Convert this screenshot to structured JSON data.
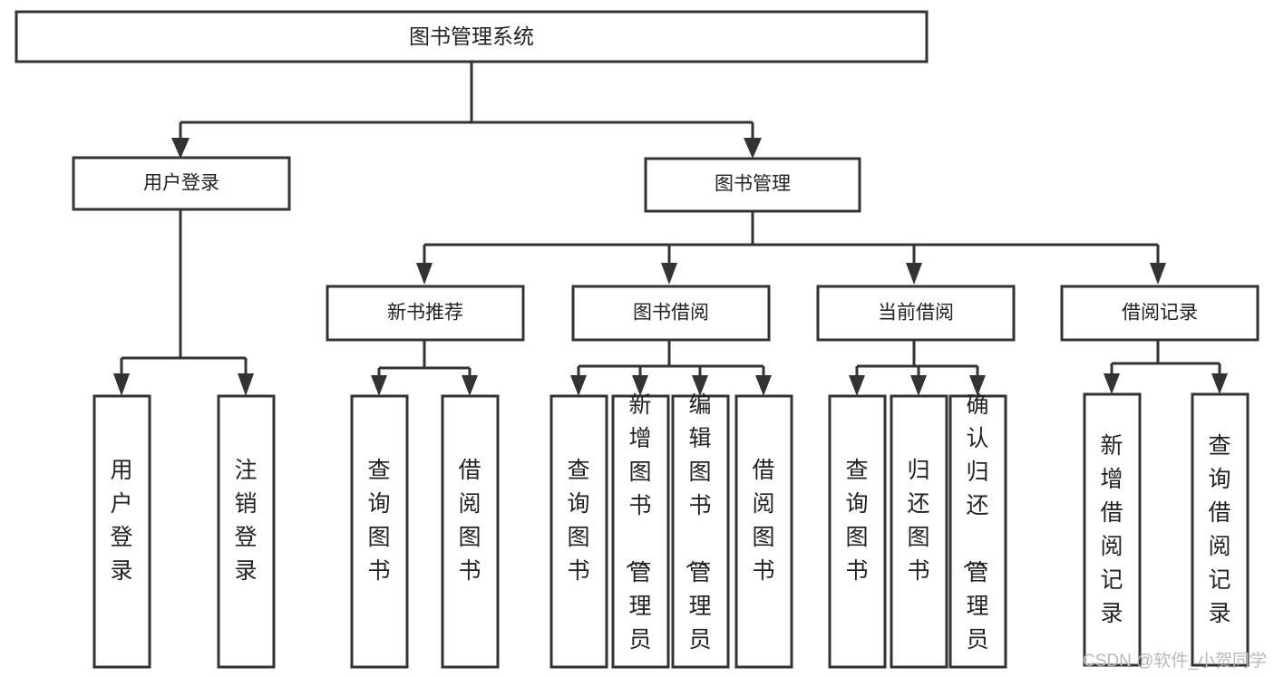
{
  "diagram": {
    "type": "tree-hierarchy-chart",
    "title": "图书管理系统",
    "orientation": "top-down",
    "root": {
      "id": "root",
      "label": "图书管理系统",
      "text_orientation": "horizontal"
    },
    "level1": [
      {
        "id": "user-login",
        "label": "用户登录",
        "text_orientation": "horizontal"
      },
      {
        "id": "book-management",
        "label": "图书管理",
        "text_orientation": "horizontal"
      }
    ],
    "level2": [
      {
        "id": "new-book-recommend",
        "label": "新书推荐",
        "parent": "book-management",
        "text_orientation": "horizontal"
      },
      {
        "id": "book-borrow",
        "label": "图书借阅",
        "parent": "book-management",
        "text_orientation": "horizontal"
      },
      {
        "id": "current-borrow",
        "label": "当前借阅",
        "parent": "book-management",
        "text_orientation": "horizontal"
      },
      {
        "id": "borrow-record",
        "label": "借阅记录",
        "parent": "book-management",
        "text_orientation": "horizontal"
      }
    ],
    "leaves": [
      {
        "id": "leaf-user-login",
        "label": "用户登录",
        "parent": "user-login",
        "text_orientation": "vertical"
      },
      {
        "id": "leaf-user-logout",
        "label": "注销登录",
        "parent": "user-login",
        "text_orientation": "vertical"
      },
      {
        "id": "leaf-query-books-1",
        "label": "查询图书",
        "parent": "new-book-recommend",
        "text_orientation": "vertical"
      },
      {
        "id": "leaf-borrow-books-1",
        "label": "借阅图书",
        "parent": "new-book-recommend",
        "text_orientation": "vertical"
      },
      {
        "id": "leaf-query-books-2",
        "label": "查询图书",
        "parent": "book-borrow",
        "text_orientation": "vertical"
      },
      {
        "id": "leaf-add-book",
        "label": "新增图书（管理员）",
        "parent": "book-borrow",
        "text_orientation": "vertical"
      },
      {
        "id": "leaf-edit-book",
        "label": "编辑图书（管理员）",
        "parent": "book-borrow",
        "text_orientation": "vertical"
      },
      {
        "id": "leaf-borrow-books-2",
        "label": "借阅图书",
        "parent": "book-borrow",
        "text_orientation": "vertical"
      },
      {
        "id": "leaf-query-books-3",
        "label": "查询图书",
        "parent": "current-borrow",
        "text_orientation": "vertical"
      },
      {
        "id": "leaf-return-books",
        "label": "归还图书",
        "parent": "current-borrow",
        "text_orientation": "vertical"
      },
      {
        "id": "leaf-confirm-return",
        "label": "确认归还（管理员）",
        "parent": "current-borrow",
        "text_orientation": "vertical"
      },
      {
        "id": "leaf-add-record",
        "label": "新增借阅记录",
        "parent": "borrow-record",
        "text_orientation": "vertical"
      },
      {
        "id": "leaf-query-record",
        "label": "查询借阅记录",
        "parent": "borrow-record",
        "text_orientation": "vertical"
      }
    ],
    "colors": {
      "box_fill": "#ffffff",
      "box_stroke": "#333333",
      "connector": "#333333",
      "text": "#222222",
      "background": "#ffffff",
      "watermark": "#b9b9b9"
    }
  },
  "watermark": {
    "text": "CSDN @软件_小贺同学"
  }
}
